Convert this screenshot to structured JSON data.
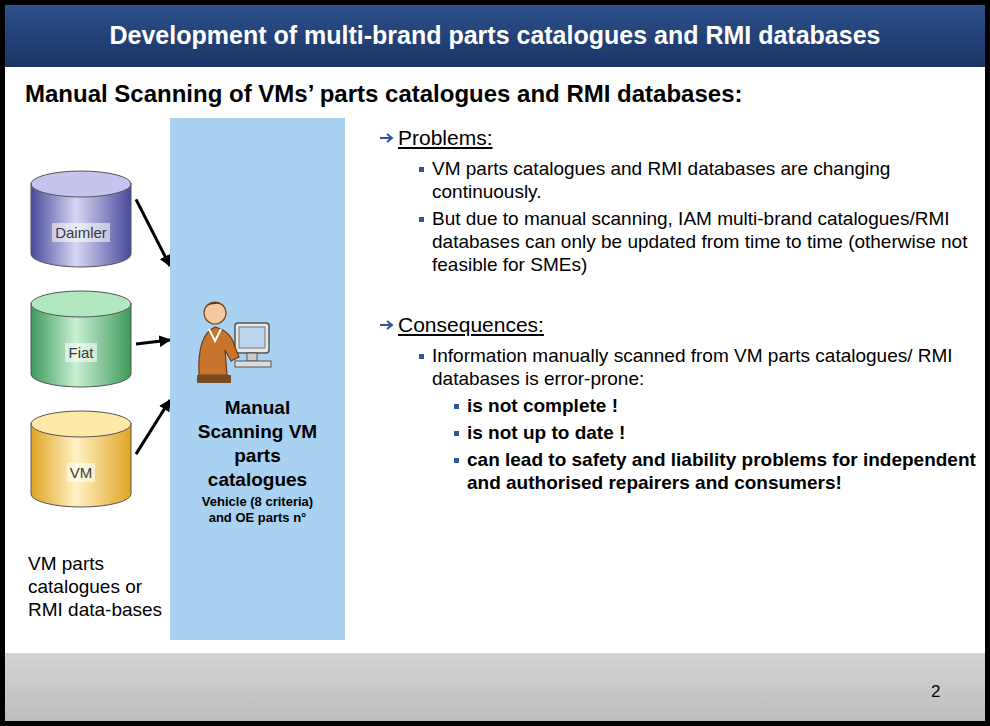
{
  "diagram": {
    "title": "Development of multi-brand parts catalogues and RMI databases",
    "nodes": [
      {
        "text": [
          "Daimler"
        ]
      },
      {
        "text": [
          "Fiat"
        ]
      },
      {
        "text": [
          "VM"
        ]
      },
      {
        "text": [
          "Manual Scanning VM parts catalogues",
          "Vehicle (8 criteria) and OE parts n°"
        ]
      }
    ],
    "edges": [
      {
        "from": 0,
        "to": 3,
        "arrow": "to"
      },
      {
        "from": 1,
        "to": 3,
        "arrow": "to"
      },
      {
        "from": 2,
        "to": 3,
        "arrow": "to"
      }
    ],
    "labels": [
      "Manual Scanning of VMs’ parts catalogues and RMI databases:",
      "VM parts catalogues or RMI data-bases",
      "Problems:",
      "VM parts catalogues and RMI databases are changing continuously.",
      "But due to manual scanning, IAM multi-brand catalogues/RMI databases can only be updated from time to time (otherwise not feasible for SMEs)",
      "Consequences:",
      "Information manually scanned from VM parts catalogues/ RMI databases is error-prone:",
      "is not complete !",
      "is not up to date !",
      "can lead to safety and liability problems for independent and authorised repairers and consumers!",
      "2"
    ]
  }
}
